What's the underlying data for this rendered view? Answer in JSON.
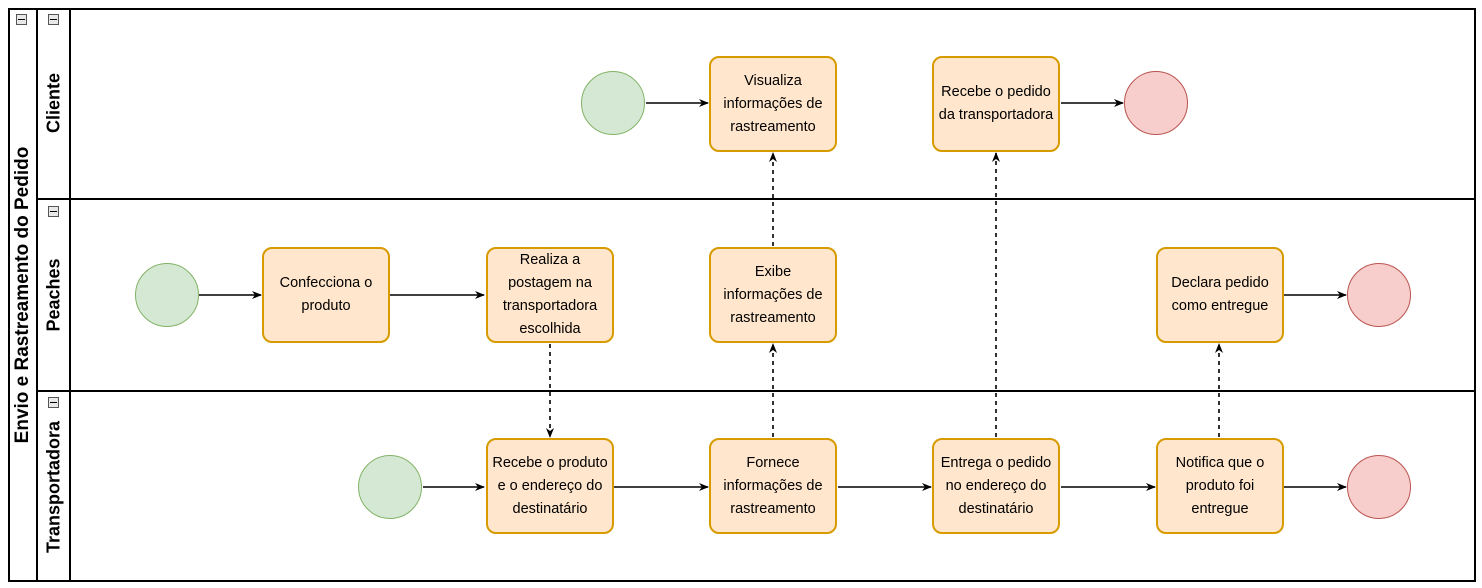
{
  "pool": {
    "title": "Envio e Rastreamento do Pedido",
    "collapse_icon": "minus-square-icon"
  },
  "lanes": {
    "cliente": {
      "title": "Cliente"
    },
    "peaches": {
      "title": "Peaches"
    },
    "transportadora": {
      "title": "Transportadora"
    }
  },
  "tasks": {
    "visualiza": "Visualiza informações de rastreamento",
    "recebe_pedido": "Recebe o pedido da transportadora",
    "confecciona": "Confecciona o produto",
    "realiza_postagem": "Realiza a postagem na transportadora escolhida",
    "exibe": "Exibe informações de rastreamento",
    "declara": "Declara pedido como entregue",
    "recebe_produto": "Recebe o produto e o endereço do destinatário",
    "fornece": "Fornece informações de rastreamento",
    "entrega": "Entrega o pedido no endereço do destinatário",
    "notifica": "Notifica que o produto foi entregue"
  },
  "colors": {
    "task_fill": "#ffe6cc",
    "task_stroke": "#d79b00",
    "start_fill": "#d5e8d4",
    "start_stroke": "#82b366",
    "end_fill": "#f8cecc",
    "end_stroke": "#b85450"
  }
}
